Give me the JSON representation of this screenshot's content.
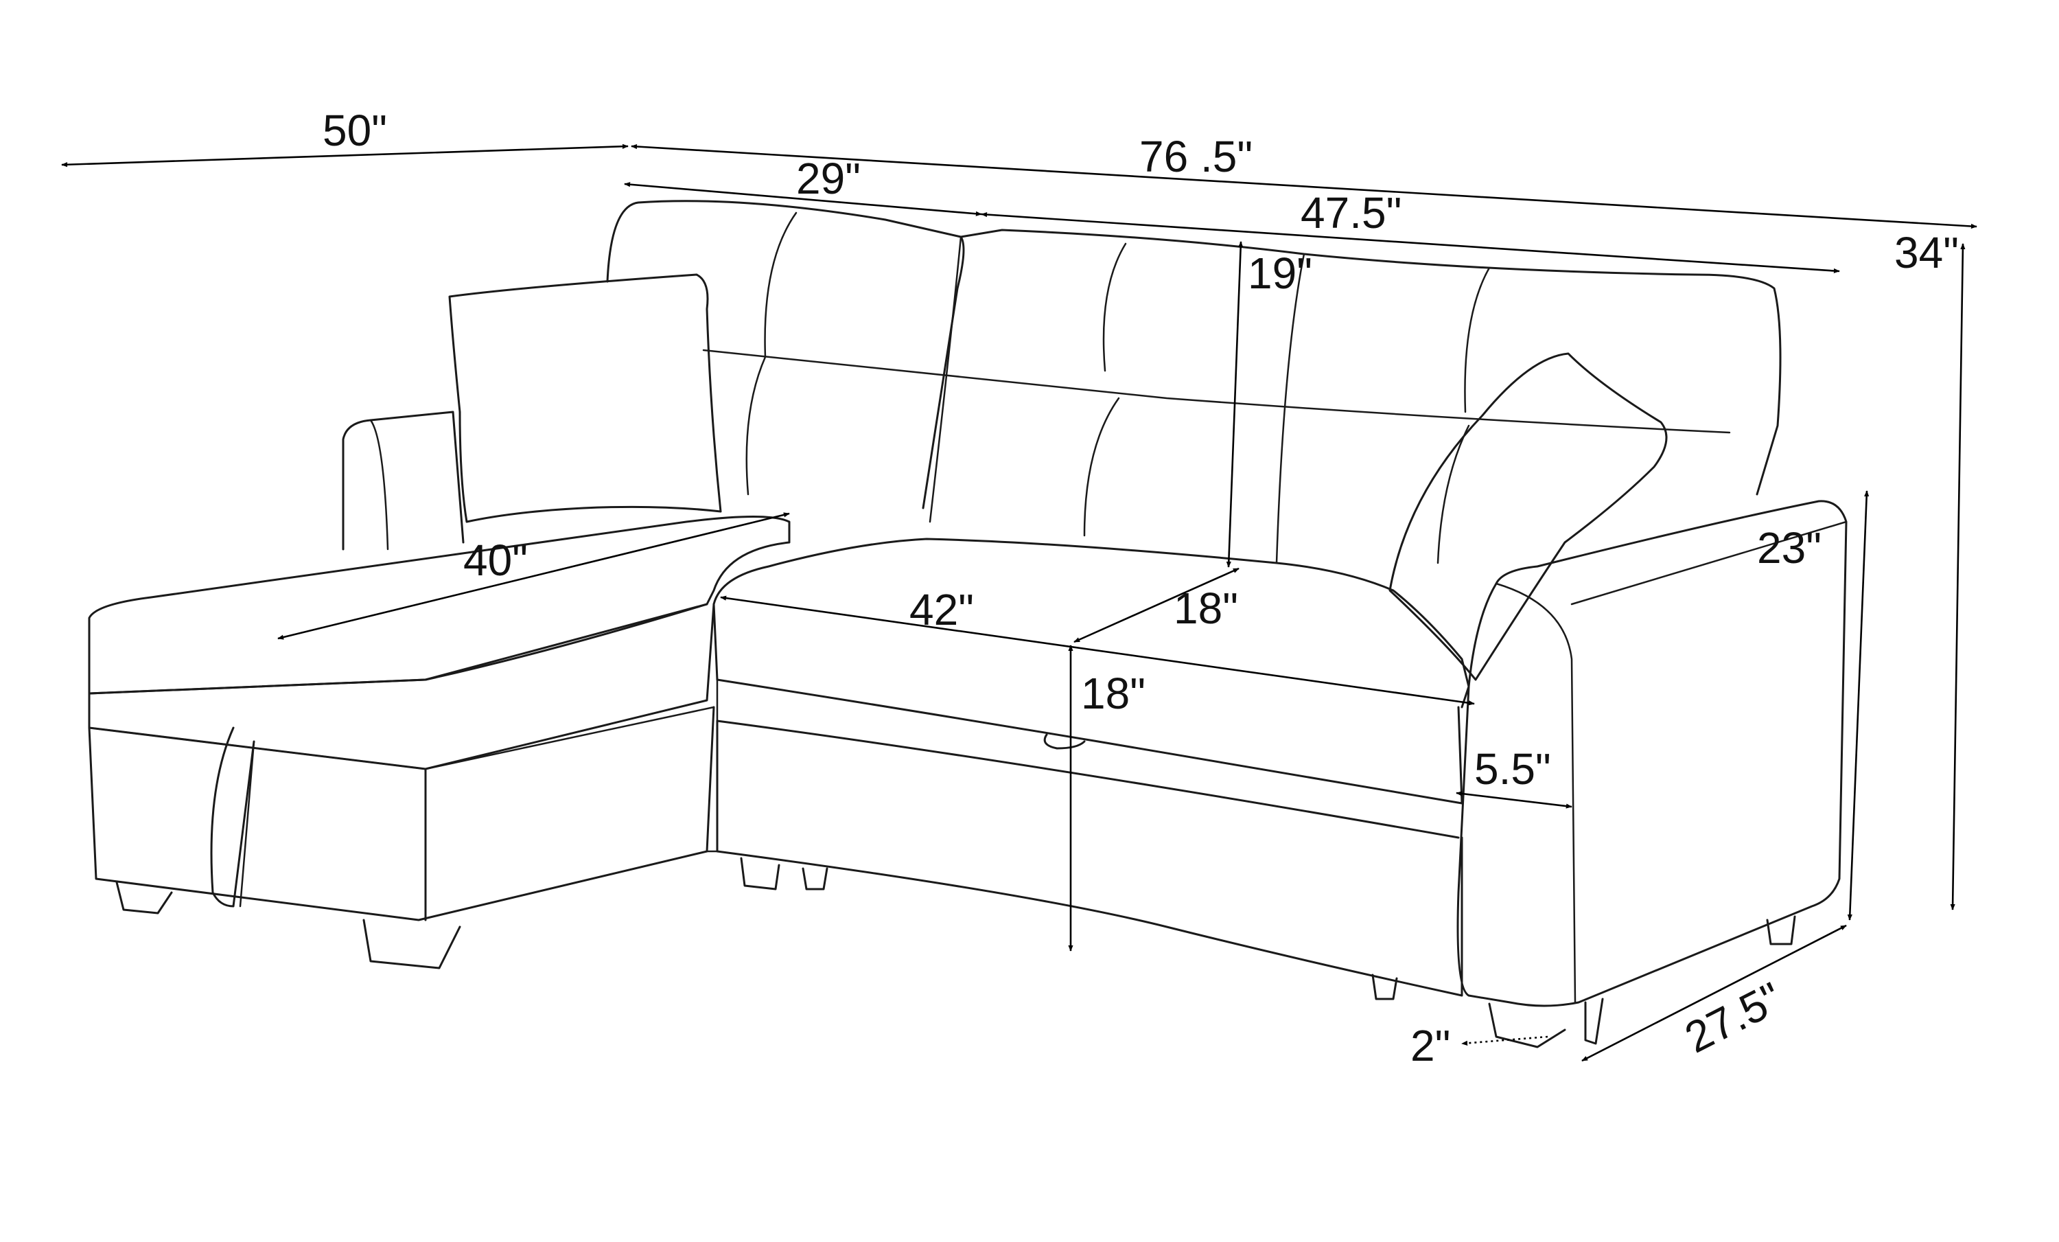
{
  "labels": {
    "total_left_width": "50\"",
    "total_right_width": "76 .5\"",
    "back_left_width": "29\"",
    "back_right_width": "47.5\"",
    "back_cushion_height": "19\"",
    "overall_height": "34\"",
    "chaise_length": "40\"",
    "arm_height": "23\"",
    "seat_width": "42\"",
    "seat_depth": "18\"",
    "seat_height": "18\"",
    "arm_width": "5.5\"",
    "overall_depth": "27.5\"",
    "leg_height": "2\""
  }
}
